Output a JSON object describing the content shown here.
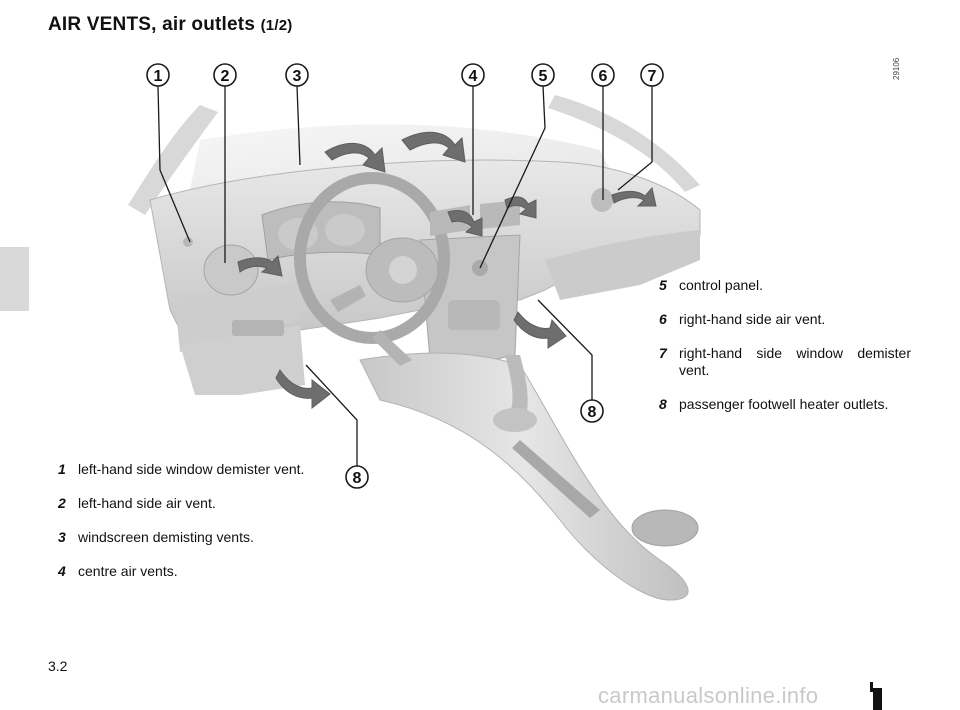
{
  "page": {
    "title": "AIR VENTS, air outlets",
    "title_part": "(1/2)",
    "page_number": "3.2",
    "figure_code": "29106",
    "watermark": "carmanualsonline.info"
  },
  "figure": {
    "callouts": [
      "1",
      "2",
      "3",
      "4",
      "5",
      "6",
      "7",
      "8",
      "8"
    ]
  },
  "legend_left": [
    {
      "num": "1",
      "text": "left-hand side window demister vent."
    },
    {
      "num": "2",
      "text": "left-hand side air vent."
    },
    {
      "num": "3",
      "text": "windscreen demisting vents."
    },
    {
      "num": "4",
      "text": "centre air vents."
    }
  ],
  "legend_right": [
    {
      "num": "5",
      "text": "control panel."
    },
    {
      "num": "6",
      "text": "right-hand side air vent."
    },
    {
      "num": "7",
      "text": "right-hand side window demister vent."
    },
    {
      "num": "8",
      "text": "passenger footwell heater outlets."
    }
  ],
  "colors": {
    "tab": "#d9d9d9",
    "dashboard": "#d6d6d6",
    "arrow": "#707070",
    "watermark": "#c9c9c9"
  }
}
